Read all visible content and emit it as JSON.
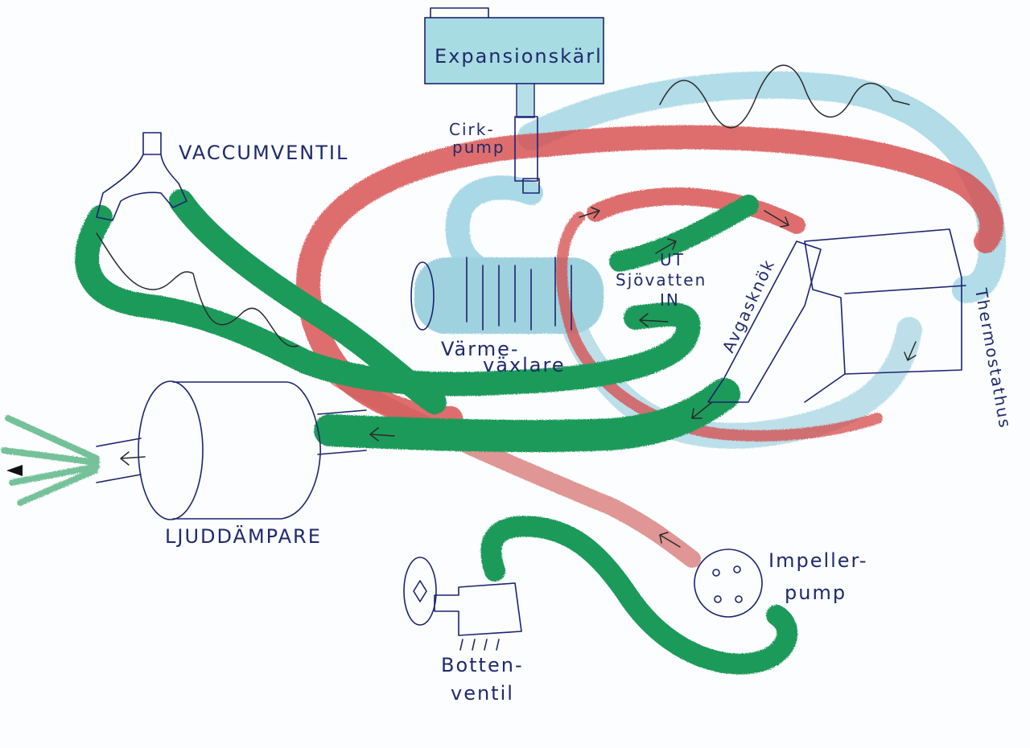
{
  "labels": {
    "expansion_tank": "Expansionskärl",
    "circ_pump_line1": "Cirk-",
    "circ_pump_line2": "pump",
    "vacuum_valve": "VACCUMVENTIL",
    "out_label": "UT",
    "seawater_label": "Sjövatten",
    "in_label": "IN",
    "heat_exchanger_line1": "Värme-",
    "heat_exchanger_line2": "växlare",
    "exhaust_elbow": "Avgasknök",
    "thermostat_housing": "Thermostathus",
    "muffler": "LJUDDÄMPARE",
    "impeller_pump_line1": "Impeller-",
    "impeller_pump_line2": "pump",
    "bottom_valve_line1": "Botten-",
    "bottom_valve_line2": "ventil"
  },
  "colors": {
    "seawater_green": "#1f9a5a",
    "hot_red": "#cf3a3a",
    "coolant_lightblue": "#a9d8e6",
    "ink": "#1c2470"
  },
  "icons": {
    "flow_arrow": "arrow-icon",
    "exhaust_outlet": "exhaust-spray-icon"
  }
}
